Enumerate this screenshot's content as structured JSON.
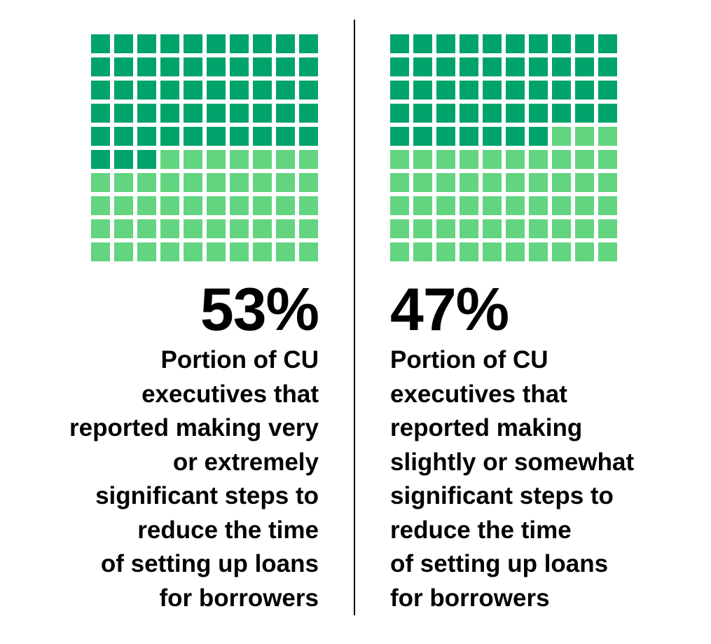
{
  "colors": {
    "highlight": "#00a46a",
    "remainder": "#63d47f"
  },
  "chart_data": [
    {
      "type": "waffle",
      "grid": [
        10,
        10
      ],
      "value": 53,
      "total": 100,
      "label": "53%",
      "description_lines": [
        "Portion of CU",
        "executives that",
        "reported making very",
        "or extremely",
        "significant steps to",
        "reduce the time",
        "of setting up loans",
        "for borrowers"
      ]
    },
    {
      "type": "waffle",
      "grid": [
        10,
        10
      ],
      "value": 47,
      "total": 100,
      "label": "47%",
      "description_lines": [
        "Portion of CU",
        "executives that",
        "reported making",
        "slightly or somewhat",
        "significant steps to",
        "reduce the time",
        "of setting up loans",
        "for borrowers"
      ]
    }
  ]
}
